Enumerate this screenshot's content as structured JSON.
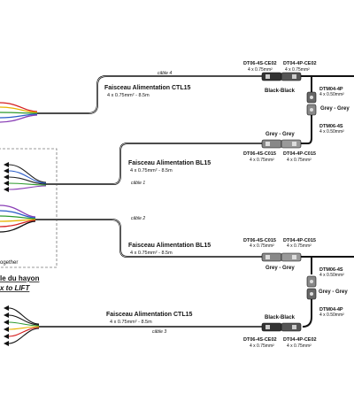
{
  "cables": {
    "c4": {
      "tag": "câble 4",
      "title": "Faisceau Alimentation CTL15",
      "spec": "4 x 0.75mm² - 8.5m"
    },
    "c1": {
      "tag": "câble 1",
      "title": "Faisceau Alimentation BL15",
      "spec": "4 x 0.75mm² - 8.5m"
    },
    "c2": {
      "tag": "câble 2",
      "title": "Faisceau Alimentation BL15",
      "spec": "4 x 0.75mm² - 8.5m"
    },
    "c3": {
      "tag": "câble 3",
      "title": "Faisceau Alimentation CTL15",
      "spec": "4 x 0.75mm² - 8.5m"
    }
  },
  "connectors": {
    "top_ce02_a_name": "DT06-4S-CE02",
    "top_ce02_a_spec": "4 x 0.75mm²",
    "top_ce02_b_name": "DT04-4P-CE02",
    "top_ce02_b_spec": "4 x 0.75mm²",
    "top_pair_label": "Black-Black",
    "top_dtm04_name": "DTM04-4P",
    "top_dtm04_spec": "4 x 0.50mm²",
    "top_grey_label": "Grey - Grey",
    "top_dtm06_name": "DTM06-4S",
    "top_dtm06_spec": "4 x 0.50mm²",
    "mid_grey_label": "Grey - Grey",
    "mid_c015_a_name": "DT06-4S-C015",
    "mid_c015_a_spec": "4 x 0.75mm²",
    "mid_c015_b_name": "DT04-4P-C015",
    "mid_c015_b_spec": "4 x 0.75mm²",
    "low_c015_a_name": "DT06-4S-C015",
    "low_c015_a_spec": "4 x 0.75mm²",
    "low_c015_b_name": "DT04-4P-C015",
    "low_c015_b_spec": "4 x 0.75mm²",
    "low_pair_label": "Grey - Grey",
    "low_dtm06_name": "DTM06-4S",
    "low_dtm06_spec": "4 x 0.50mm²",
    "low_grey_label": "Grey - Grey",
    "low_dtm04_name": "DTM04-4P",
    "low_dtm04_spec": "4 x 0.50mm²",
    "bot_pair_label": "Black-Black",
    "bot_ce02_a_name": "DT06-4S-CE02",
    "bot_ce02_a_spec": "4 x 0.75mm²",
    "bot_ce02_b_name": "DT04-4P-CE02",
    "bot_ce02_b_spec": "4 x 0.75mm²"
  },
  "left_panel": {
    "together": "ogether",
    "hayon": "le du hayon",
    "lift": "x to LIFT"
  },
  "wire_colors": [
    "#d62020",
    "#e8b400",
    "#2d9a2d",
    "#2a5cc8",
    "#8a3fb6",
    "#111111"
  ]
}
